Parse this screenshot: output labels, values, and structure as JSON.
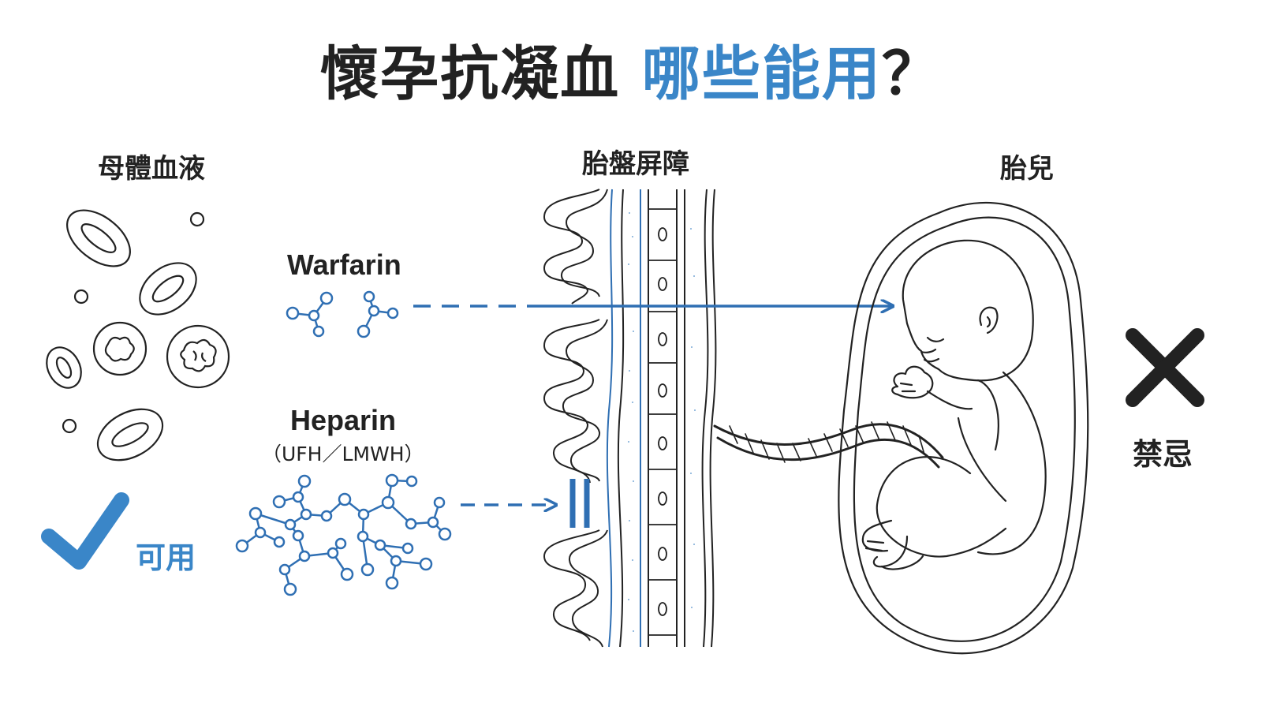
{
  "title": {
    "main": "懷孕抗凝血",
    "accent": "哪些能用",
    "end": "？"
  },
  "columns": {
    "maternal": "母體血液",
    "placenta": "胎盤屏障",
    "fetus": "胎兒"
  },
  "drugs": {
    "warfarin": {
      "name": "Warfarin",
      "crosses_placenta": true
    },
    "heparin": {
      "name": "Heparin",
      "subtitle": "（UFH／LMWH）",
      "crosses_placenta": false
    }
  },
  "verdicts": {
    "allowed": {
      "label": "可用",
      "icon": "check-mark-icon"
    },
    "forbidden": {
      "label": "禁忌",
      "icon": "cross-mark-icon"
    }
  },
  "colors": {
    "accent": "#2f6fb3",
    "accent_light": "#3a86c8",
    "ink": "#222222"
  }
}
